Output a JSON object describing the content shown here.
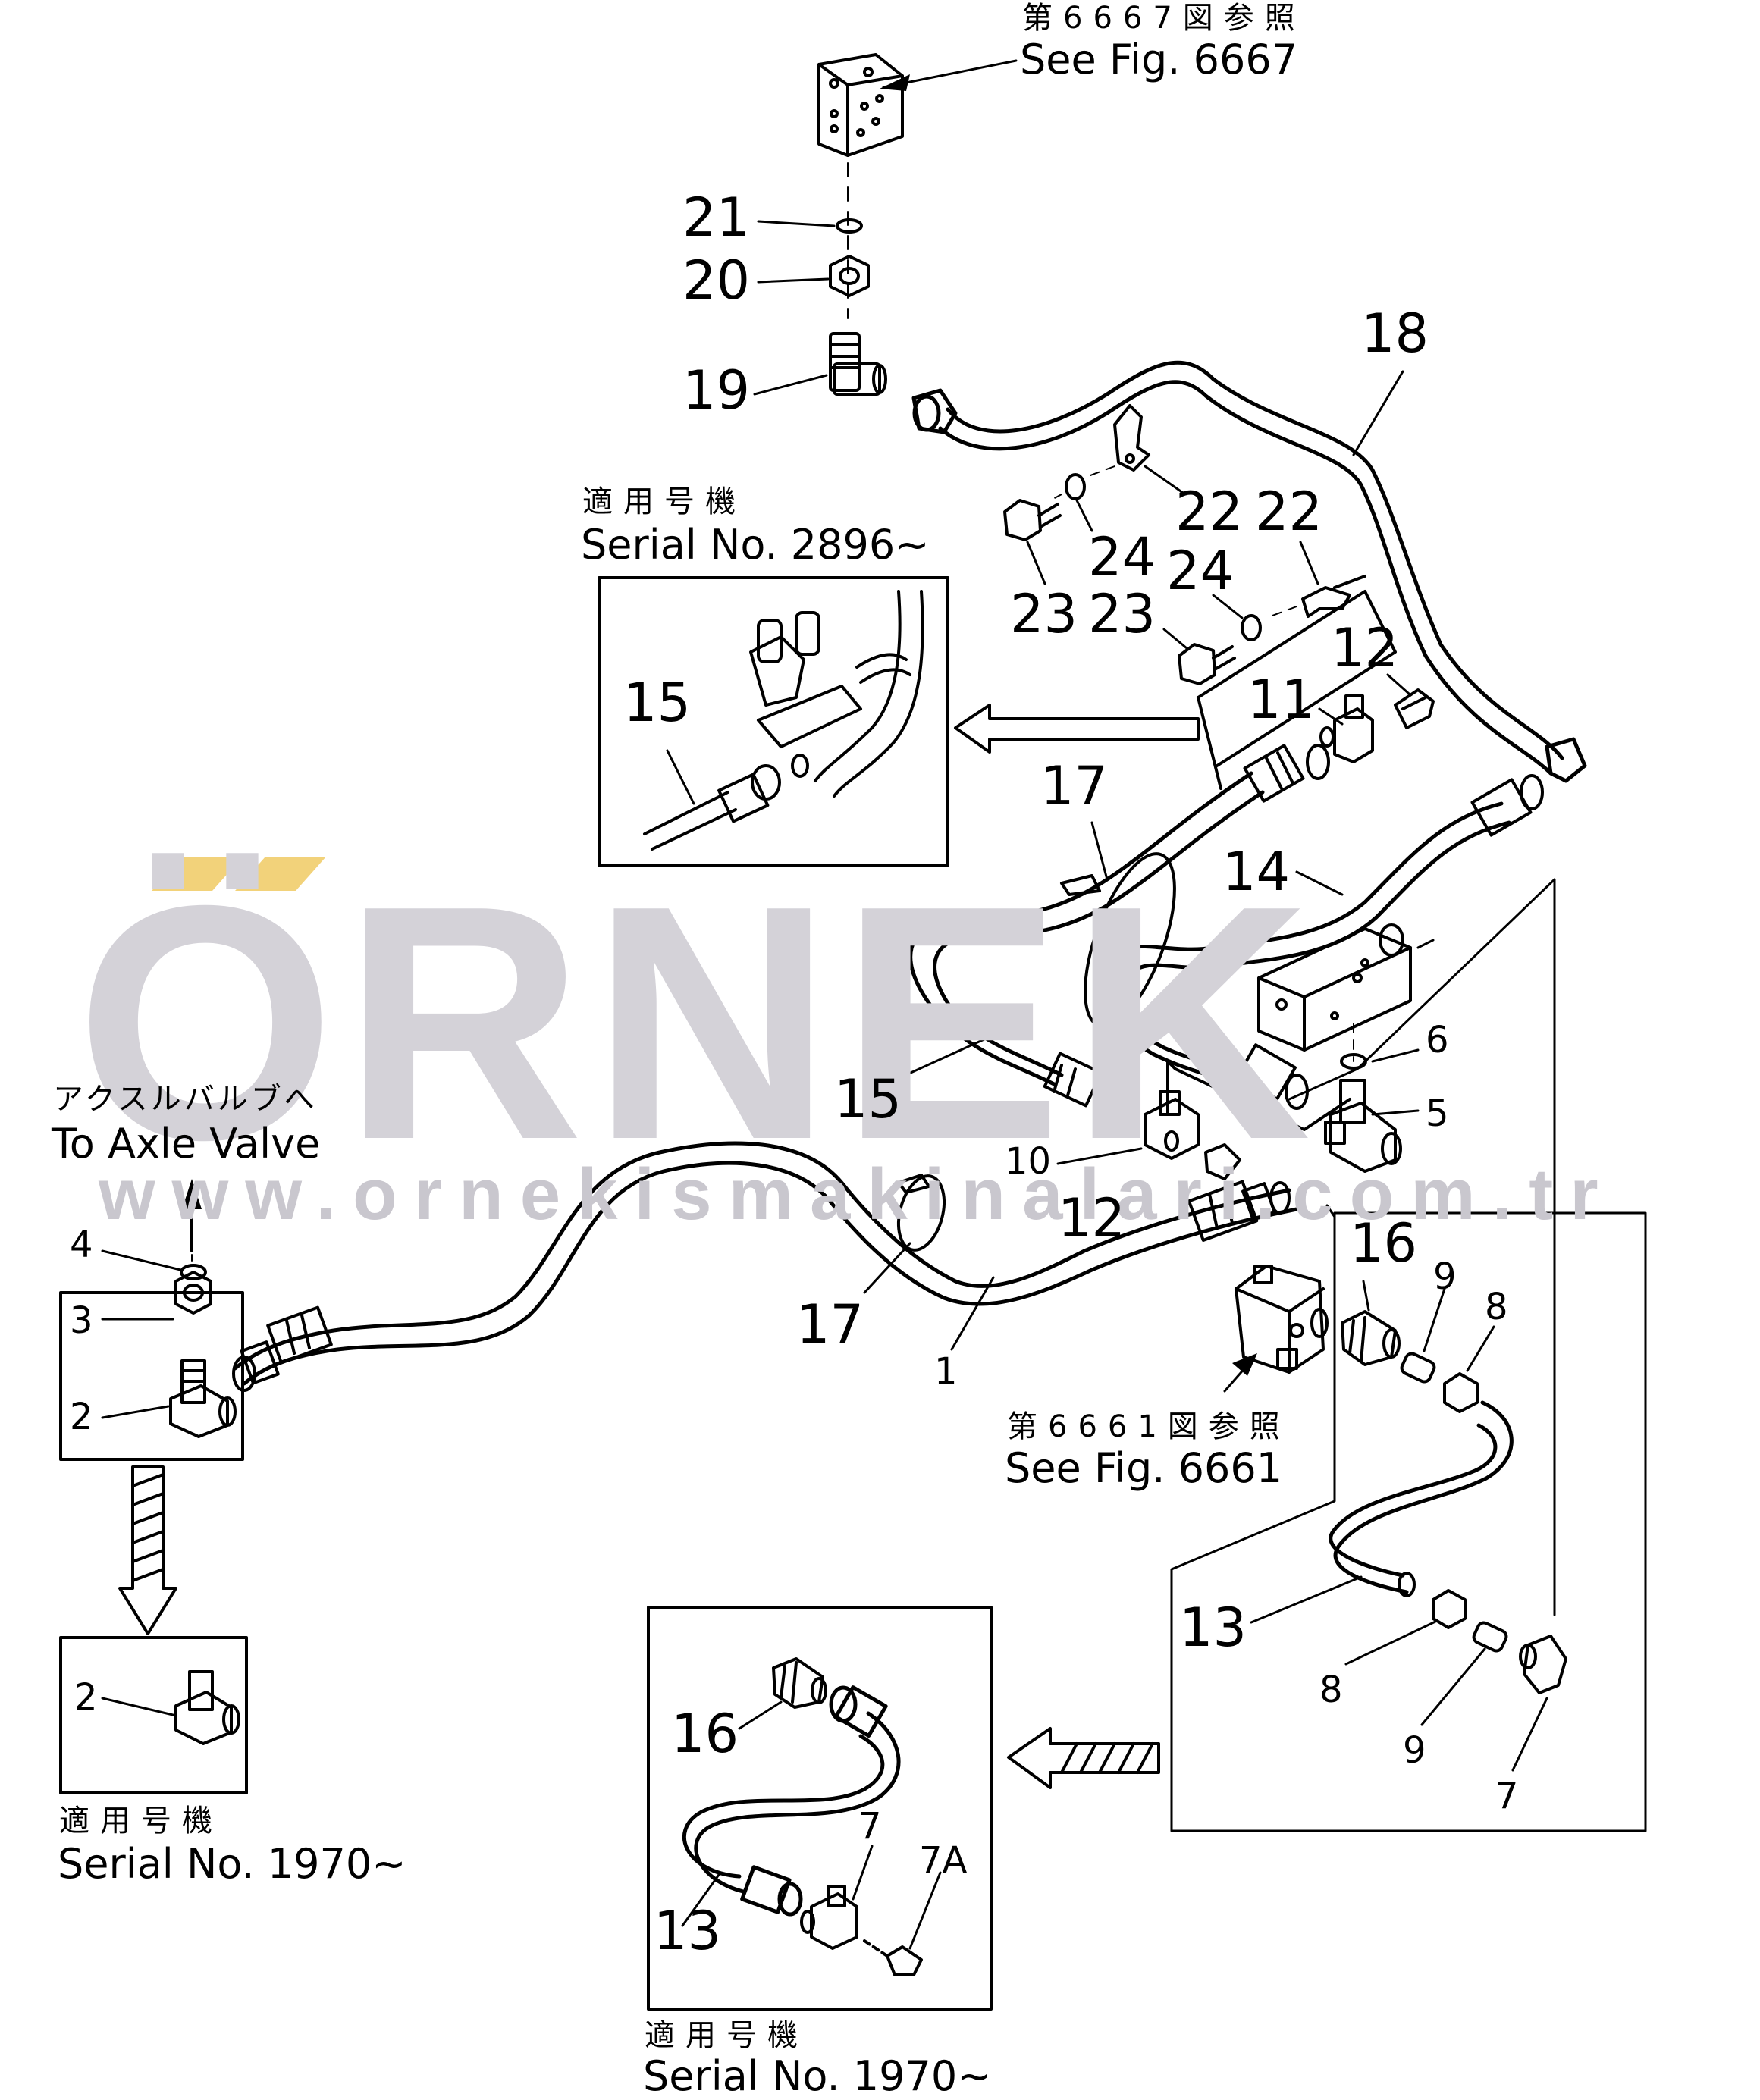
{
  "watermark": {
    "brand": "ÖRNEK",
    "url": "www.ornekismakinalari.com.tr",
    "accent_color": "#f2d27a",
    "gray_color": "#d4d2d8"
  },
  "references": {
    "fig6667_jp": "第6667図参照",
    "fig6667_en": "See Fig. 6667",
    "fig6661_jp": "第6661図参照",
    "fig6661_en": "See Fig. 6661",
    "axle_jp": "アクスルバルブへ",
    "axle_en": "To Axle Valve"
  },
  "serial_notes": {
    "n2896_jp": "適用号機",
    "n2896_en": "Serial No. 2896~",
    "n1970a_jp": "適用号機",
    "n1970a_en": "Serial No. 1970~",
    "n1970b_jp": "適用号機",
    "n1970b_en": "Serial No. 1970~"
  },
  "callouts": [
    {
      "id": "c21",
      "text": "21"
    },
    {
      "id": "c20",
      "text": "20"
    },
    {
      "id": "c19",
      "text": "19"
    },
    {
      "id": "c18",
      "text": "18"
    },
    {
      "id": "c22a",
      "text": "22"
    },
    {
      "id": "c22b",
      "text": "22"
    },
    {
      "id": "c24a",
      "text": "24"
    },
    {
      "id": "c24b",
      "text": "24"
    },
    {
      "id": "c23a",
      "text": "23"
    },
    {
      "id": "c23b",
      "text": "23"
    },
    {
      "id": "c12a",
      "text": "12"
    },
    {
      "id": "c11",
      "text": "11"
    },
    {
      "id": "c15a",
      "text": "15"
    },
    {
      "id": "c17a",
      "text": "17"
    },
    {
      "id": "c14",
      "text": "14"
    },
    {
      "id": "c6",
      "text": "6"
    },
    {
      "id": "c5",
      "text": "5"
    },
    {
      "id": "c15b",
      "text": "15"
    },
    {
      "id": "c10",
      "text": "10"
    },
    {
      "id": "c12b",
      "text": "12"
    },
    {
      "id": "c16a",
      "text": "16"
    },
    {
      "id": "c9a",
      "text": "9"
    },
    {
      "id": "c8a",
      "text": "8"
    },
    {
      "id": "c4",
      "text": "4"
    },
    {
      "id": "c3",
      "text": "3"
    },
    {
      "id": "c2a",
      "text": "2"
    },
    {
      "id": "c17b",
      "text": "17"
    },
    {
      "id": "c1",
      "text": "1"
    },
    {
      "id": "c2b",
      "text": "2"
    },
    {
      "id": "c13a",
      "text": "13"
    },
    {
      "id": "c8b",
      "text": "8"
    },
    {
      "id": "c9b",
      "text": "9"
    },
    {
      "id": "c7a",
      "text": "7"
    },
    {
      "id": "c16b",
      "text": "16"
    },
    {
      "id": "c7b",
      "text": "7"
    },
    {
      "id": "c7A",
      "text": "7A"
    },
    {
      "id": "c13b",
      "text": "13"
    }
  ]
}
